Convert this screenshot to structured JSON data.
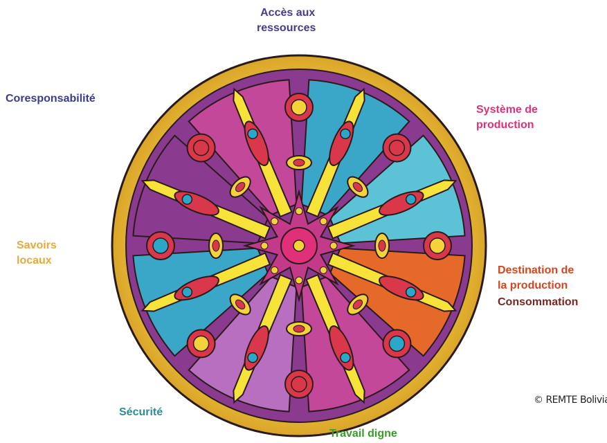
{
  "labels": {
    "acces": [
      "Accès aux",
      "ressources"
    ],
    "coresponsabilite": "Coresponsabilité",
    "systeme": [
      "Système de",
      "production"
    ],
    "savoirs": [
      "Savoirs",
      "locaux"
    ],
    "destination": [
      "Destination de",
      "la production"
    ],
    "consommation": "Consommation",
    "securite": "Sécurité",
    "travail": "Travail digne"
  },
  "copyright": "© REMTE Bolivia",
  "colors": {
    "acces": "#4a3a8f",
    "coresponsabilite": "#3b3b8f",
    "systeme": "#e0307a",
    "savoirs": "#e8a93a",
    "destination": "#d9441c",
    "consommation": "#7a2620",
    "securite": "#2a8f9a",
    "travail": "#3a9a2a"
  }
}
